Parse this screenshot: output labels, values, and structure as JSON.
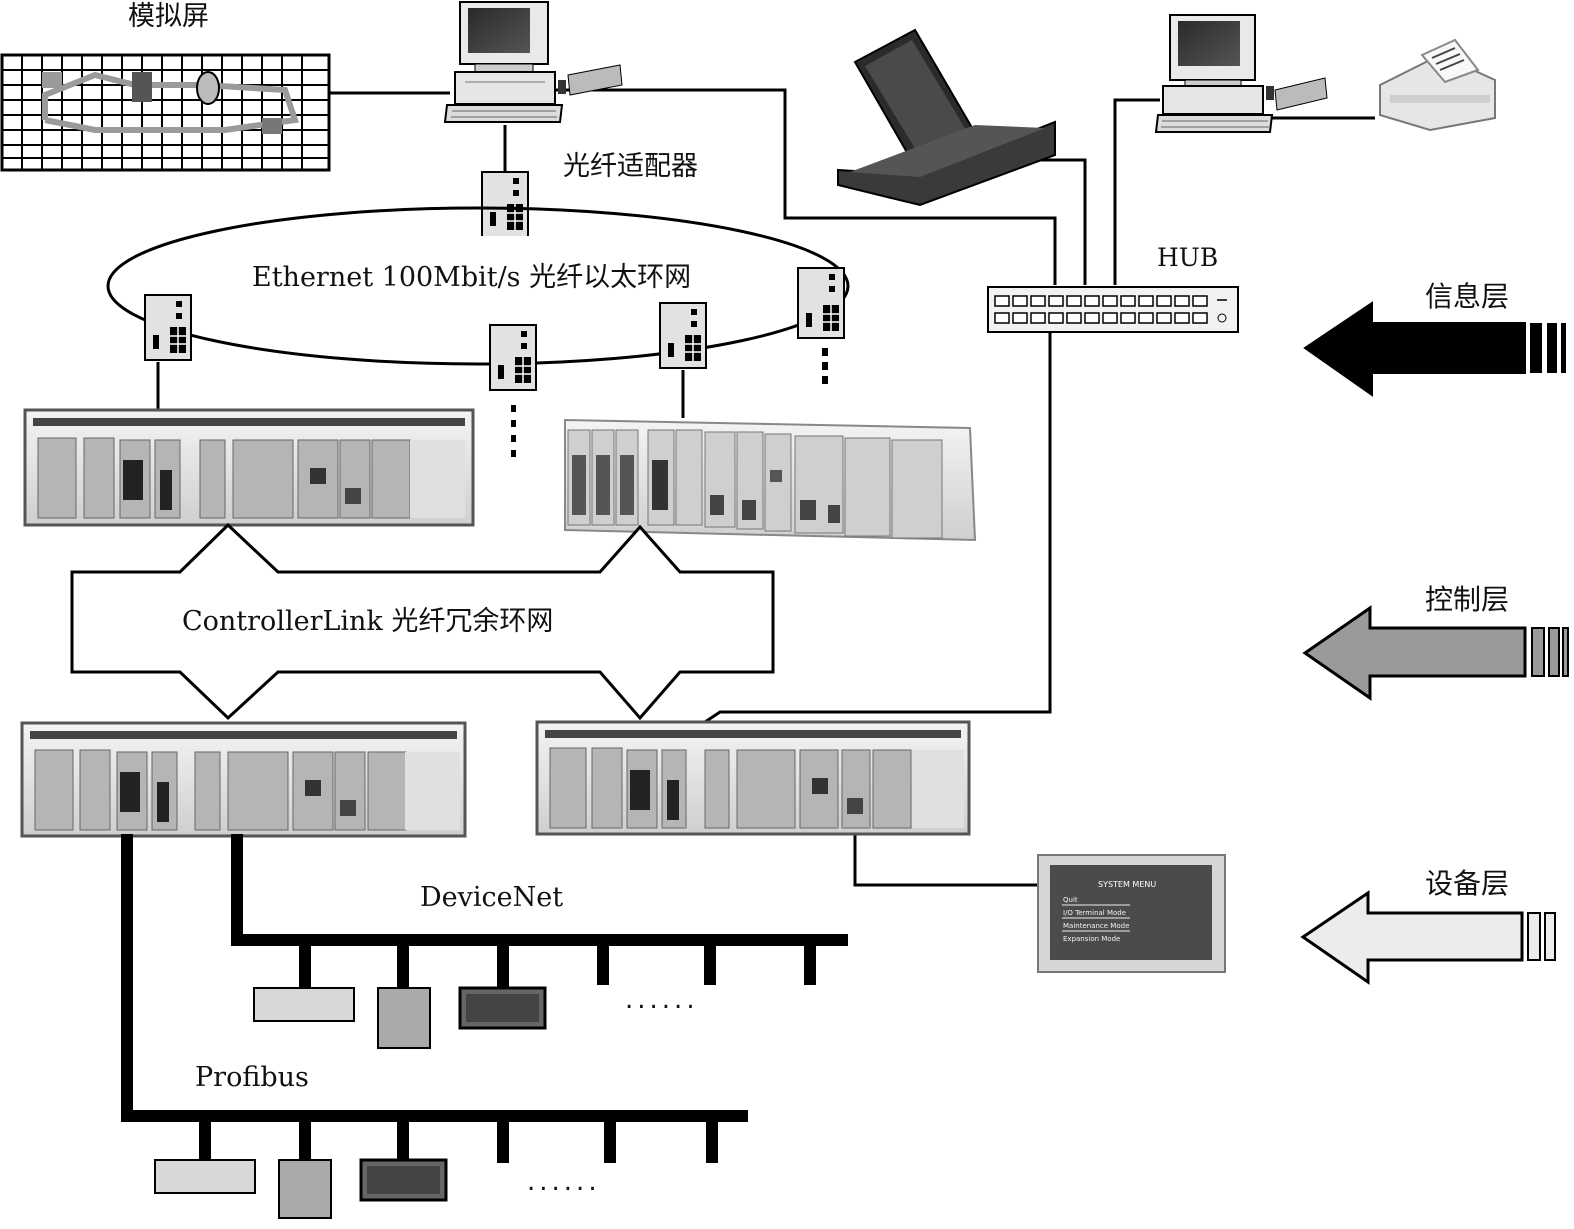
{
  "labels": {
    "simulation_screen": "模拟屏",
    "fiber_adapter": "光纤适配器",
    "ethernet_ring": "Ethernet 100Mbit/s 光纤以太环网",
    "hub": "HUB",
    "controllerlink": "ControllerLink  光纤冗余环网",
    "devicenet": "DeviceNet",
    "profibus": "Profibus",
    "devicenet_more": "......",
    "profibus_more": "......"
  },
  "layers": {
    "info": "信息层",
    "control": "控制层",
    "device": "设备层"
  },
  "touch_panel": {
    "title": "SYSTEM MENU",
    "items": [
      "Quit",
      "I/O Terminal Mode",
      "Maintenance Mode",
      "Expansion Mode"
    ]
  },
  "colors": {
    "info_arrow": "#000000",
    "control_arrow": "#9a9a9a",
    "device_arrow": "#e8e8e8"
  }
}
